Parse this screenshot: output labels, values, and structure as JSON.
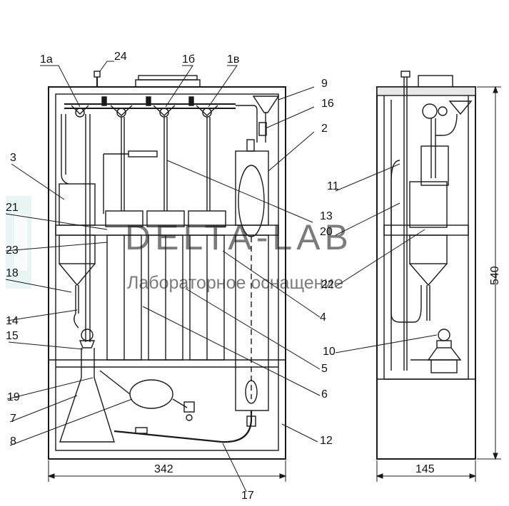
{
  "colors": {
    "line": "#1a1a1a",
    "glass": "#e8e8e8",
    "watermark": "#bfe3e0"
  },
  "watermark": {
    "title": "DELTA-LAB",
    "subtitle": "Лабораторное оснащение"
  },
  "labels": {
    "l1a": "1а",
    "l24": "24",
    "l1b": "1б",
    "l1v": "1в",
    "l9": "9",
    "l16": "16",
    "l2": "2",
    "l3": "3",
    "l21": "21",
    "l23": "23",
    "l18": "18",
    "l14": "14",
    "l15": "15",
    "l19": "19",
    "l7": "7",
    "l8": "8",
    "l13": "13",
    "l4": "4",
    "l5": "5",
    "l6": "6",
    "l12": "12",
    "l17": "17",
    "l11": "11",
    "l20": "20",
    "l22": "22",
    "l10": "10"
  },
  "dimensions": {
    "width_front": "342",
    "width_side": "145",
    "height": "540"
  }
}
